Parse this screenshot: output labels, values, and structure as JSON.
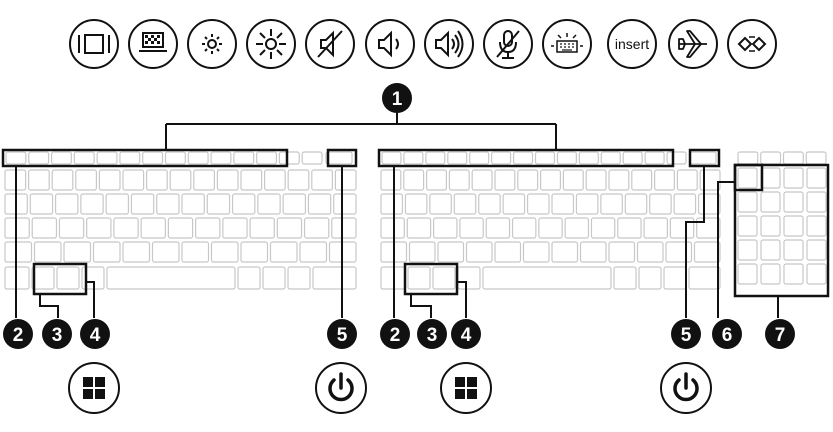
{
  "function_keys": [
    {
      "icon": "screen-switch-icon",
      "label": ""
    },
    {
      "icon": "privacy-screen-icon",
      "label": ""
    },
    {
      "icon": "brightness-down-icon",
      "label": ""
    },
    {
      "icon": "brightness-up-icon",
      "label": ""
    },
    {
      "icon": "mute-icon",
      "label": ""
    },
    {
      "icon": "volume-down-icon",
      "label": ""
    },
    {
      "icon": "volume-up-icon",
      "label": ""
    },
    {
      "icon": "mic-mute-icon",
      "label": ""
    },
    {
      "icon": "keyboard-backlight-icon",
      "label": ""
    },
    {
      "icon": "insert-key-icon",
      "label": "insert"
    },
    {
      "icon": "airplane-mode-icon",
      "label": ""
    },
    {
      "icon": "wireless-display-icon",
      "label": ""
    }
  ],
  "callouts": {
    "c1": "1",
    "c2": "2",
    "c3": "3",
    "c4": "4",
    "c5": "5",
    "c6": "6",
    "c7": "7"
  },
  "bottom_icons": [
    "windows-logo-icon",
    "power-icon",
    "windows-logo-icon",
    "power-icon"
  ],
  "colors": {
    "line": "#111111",
    "key_outline": "#c8c8c8",
    "callout_fill": "#111111",
    "callout_text": "#ffffff"
  }
}
